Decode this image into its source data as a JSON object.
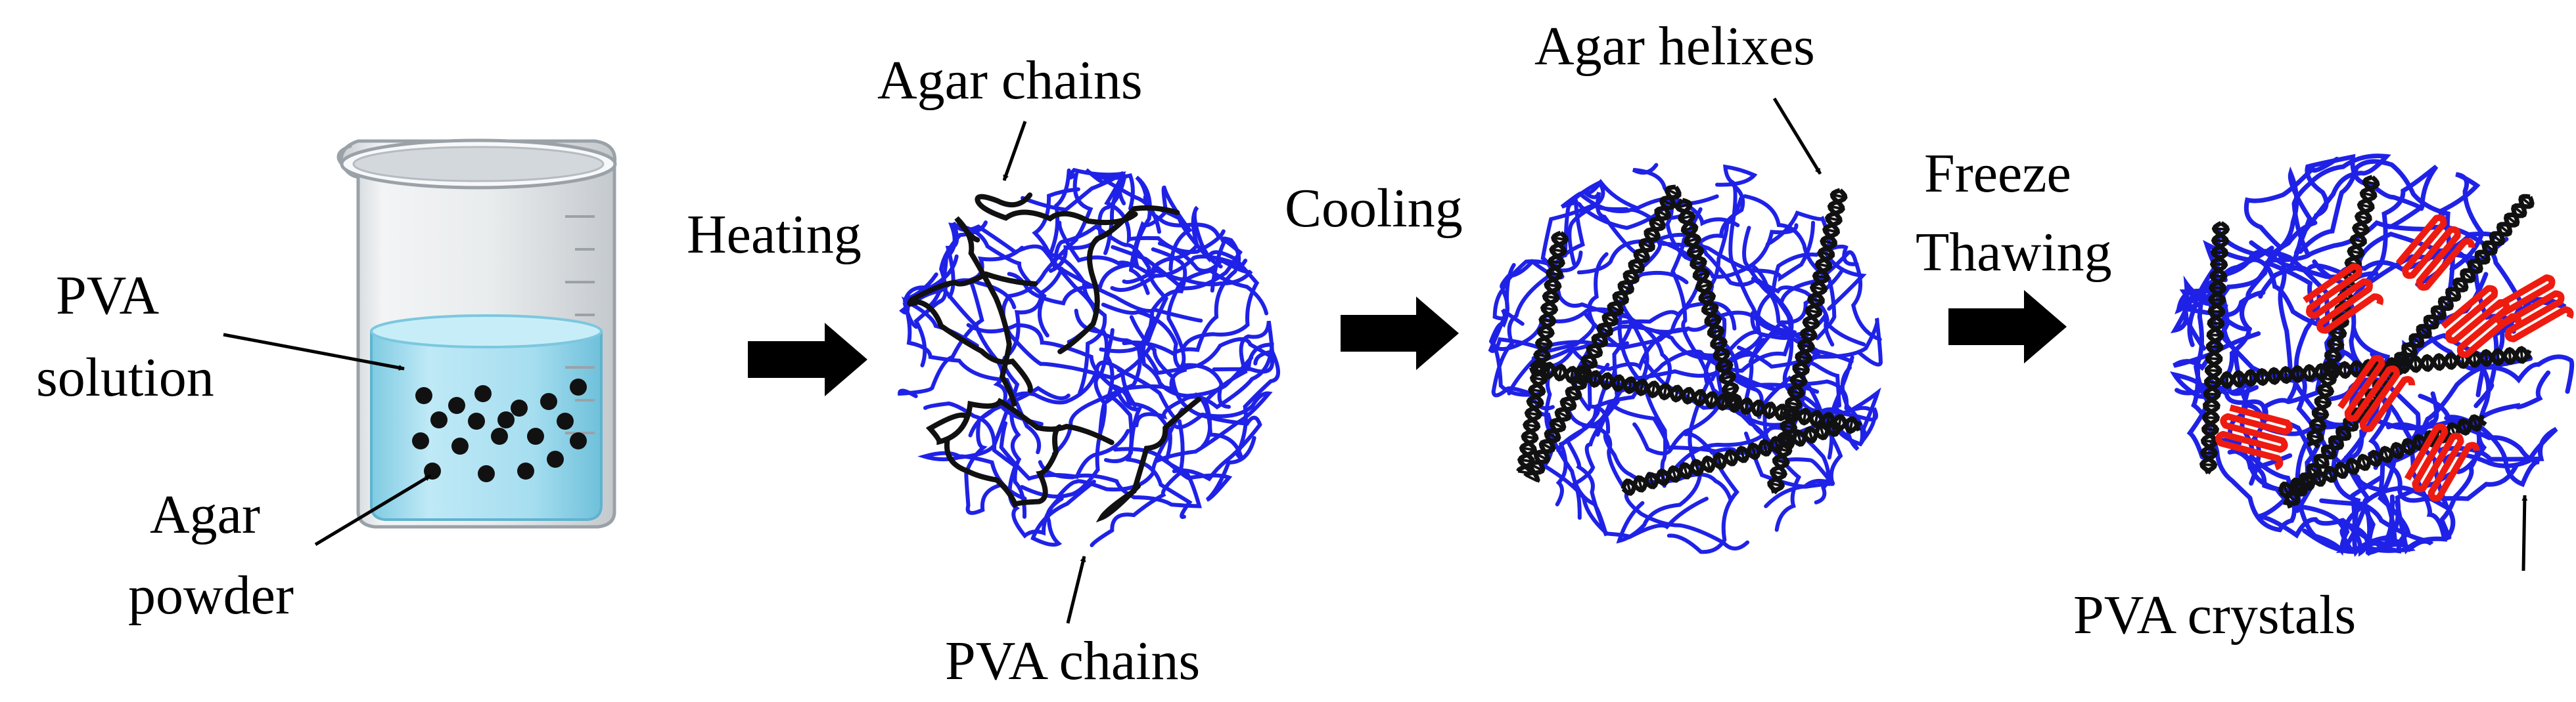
{
  "labels": {
    "pva_solution_1": "PVA",
    "pva_solution_2": "solution",
    "agar_powder_1": "Agar",
    "agar_powder_2": "powder",
    "heating": "Heating",
    "agar_chains": "Agar chains",
    "pva_chains": "PVA chains",
    "cooling": "Cooling",
    "agar_helixes": "Agar helixes",
    "freeze_1": "Freeze",
    "freeze_2": "Thawing",
    "pva_crystals": "PVA crystals"
  },
  "colors": {
    "pva_chain": "#1f22e6",
    "agar_chain": "#111111",
    "pva_crystal": "#ee1b10",
    "solution": "#9fdcef",
    "beaker_glass": "#dfe3e6",
    "process_arrow": "#000000"
  },
  "icons": {
    "beaker": "beaker-icon",
    "process_arrow": "block-arrow-icon"
  }
}
